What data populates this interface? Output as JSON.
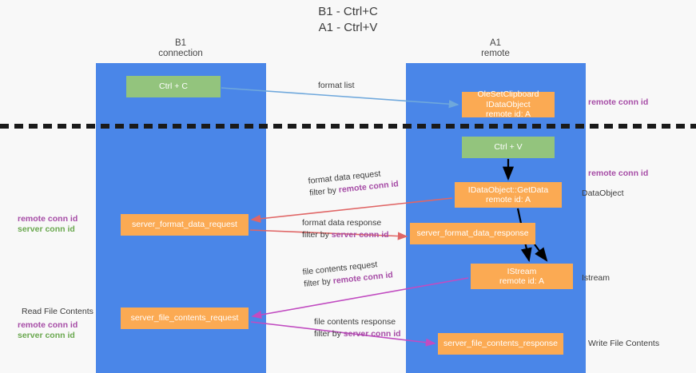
{
  "title": "B1 - Ctrl+C\nA1 - Ctrl+V",
  "lanes": [
    {
      "id": "b1",
      "header": "B1\nconnection"
    },
    {
      "id": "a1",
      "header": "A1\nremote"
    }
  ],
  "nodes": {
    "ctrl_c": {
      "label": "Ctrl + C",
      "color": "#93c47d"
    },
    "idataobject": {
      "line1": "OleSetClipboard IDataObject",
      "line2": "remote id: A",
      "color": "#fbaa53"
    },
    "ctrl_v": {
      "label": "Ctrl + V",
      "color": "#93c47d"
    },
    "getdata": {
      "line1": "IDataObject::GetData",
      "line2": "remote id: A",
      "color": "#fbaa53"
    },
    "server_format_data_request": {
      "label": "server_format_data_request",
      "color": "#fbaa53"
    },
    "server_format_data_response": {
      "label": "server_format_data_response",
      "color": "#fbaa53"
    },
    "istream": {
      "line1": "IStream",
      "line2": "remote id: A",
      "color": "#fbaa53"
    },
    "server_file_contents_request": {
      "label": "server_file_contents_request",
      "color": "#fbaa53"
    },
    "server_file_contents_response": {
      "label": "server_file_contents_response",
      "color": "#fbaa53"
    }
  },
  "links": {
    "format_list": {
      "label": "format list"
    },
    "format_data_request": {
      "label": "format data request",
      "filter_prefix": "filter by ",
      "filter_key": "remote conn id"
    },
    "format_data_response": {
      "label": "format data response",
      "filter_prefix": "filter by ",
      "filter_key": "server conn id"
    },
    "file_contents_request": {
      "label": "file contents request",
      "filter_prefix": "filter by ",
      "filter_key": "remote conn id"
    },
    "file_contents_response": {
      "label": "file contents response",
      "filter_prefix": "filter by ",
      "filter_key": "server conn id"
    }
  },
  "annotations": {
    "remote_conn_id_top": "remote conn id",
    "remote_conn_id_mid": "remote conn id",
    "dataobject": "DataObject",
    "istream": "Istream",
    "write_file_contents": "Write File Contents",
    "read_file_contents": "Read File Contents",
    "left_mid_remote": "remote conn id",
    "left_mid_server": "server conn id",
    "left_bottom_remote": "remote conn id",
    "left_bottom_server": "server conn id"
  },
  "colors": {
    "lane": "#4a86e8",
    "green_node": "#93c47d",
    "orange_node": "#fbaa53",
    "purple_text": "#a64ca6",
    "green_text": "#6aa84f",
    "red_arrow": "#e06666",
    "magenta_arrow": "#c14cc1",
    "blue_arrow": "#6fa8dc",
    "black_arrow": "#000000",
    "background": "#f8f8f8"
  }
}
